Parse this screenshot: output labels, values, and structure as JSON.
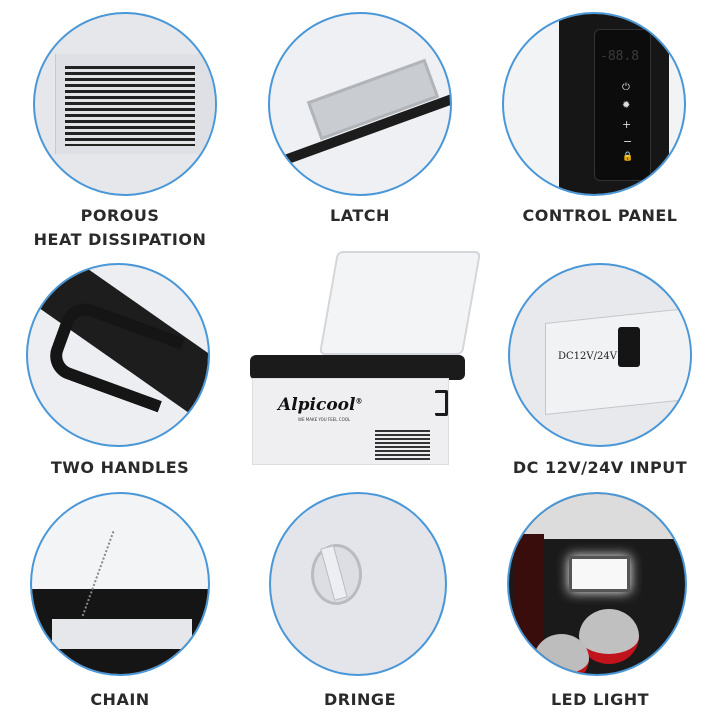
{
  "title": "Alpicool Portable Fridge Features",
  "accent_color": "#4a97d8",
  "features": [
    {
      "id": "porous-heat-dissipation",
      "label_line1": "POROUS",
      "label_line2": "HEAT DISSIPATION"
    },
    {
      "id": "latch",
      "label_line1": "LATCH"
    },
    {
      "id": "control-panel",
      "label_line1": "CONTROL PANEL",
      "display": "-88.8"
    },
    {
      "id": "two-handles",
      "label_line1": "TWO HANDLES"
    },
    {
      "id": "dc-input",
      "label_line1": "DC 12V/24V INPUT",
      "panel_text": "DC12V/24V"
    },
    {
      "id": "chain",
      "label_line1": "CHAIN"
    },
    {
      "id": "dringe",
      "label_line1": "DRINGE"
    },
    {
      "id": "led-light",
      "label_line1": "LED LIGHT"
    }
  ],
  "product": {
    "brand": "Alpicool",
    "trademark": "®",
    "tagline": "WE MAKE YOU FEEL COOL"
  }
}
